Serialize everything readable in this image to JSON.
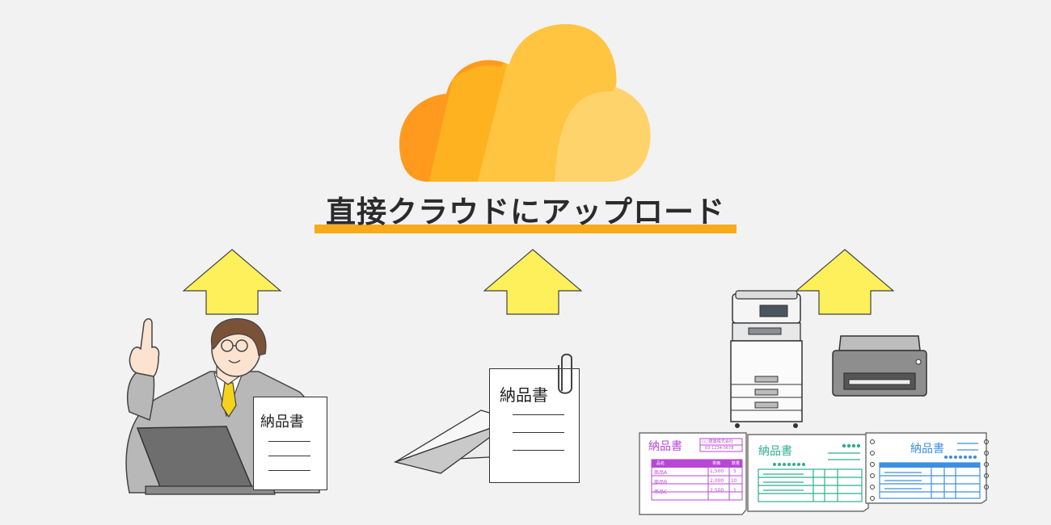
{
  "heading": "直接クラウドにアップロード",
  "documents": {
    "businessman_doc_title": "納品書",
    "paper_doc_title": "納品書",
    "form_purple_title": "納品書",
    "form_green_title": "納品書",
    "form_blue_title": "納品書"
  },
  "purple_form": {
    "header_box_line1": "○○建築株式会社",
    "header_box_line2": "03-1234-5678",
    "columns": [
      "品名",
      "単価",
      "数量"
    ],
    "rows": [
      [
        "商品A",
        "1,500",
        "5"
      ],
      [
        "商品B",
        "2,000",
        "10"
      ],
      [
        "商品C",
        "2,500",
        "1"
      ]
    ]
  },
  "colors": {
    "background": "#f2f2f2",
    "arrow": "#fdf05a",
    "underline": "#f7aa1a",
    "cloud_left": "#ff9a1f",
    "cloud_mid": "#ffb733",
    "cloud_right": "#ffd36b",
    "form_purple": "#b847d6",
    "form_green": "#2fae8f",
    "form_blue": "#3d8fe0"
  },
  "icons": [
    "cloud-icon",
    "up-arrow-icon",
    "businessman-illustration",
    "paper-plane-icon",
    "paperclip-icon",
    "multifunction-printer-icon",
    "desktop-printer-icon"
  ]
}
